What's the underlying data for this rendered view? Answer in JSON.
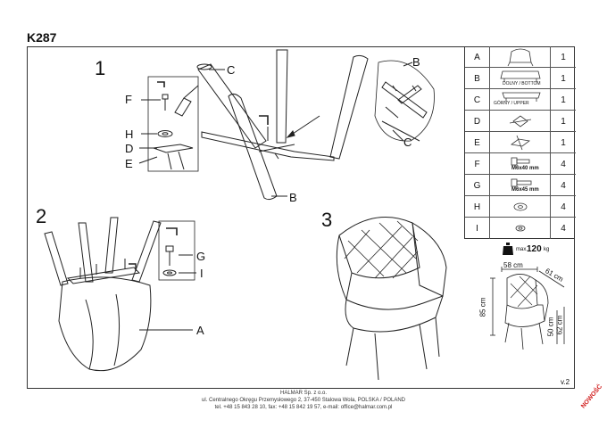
{
  "model": "K287",
  "version": "v.2",
  "steps": [
    "1",
    "2",
    "3"
  ],
  "labels": {
    "c1": "C",
    "b1": "B",
    "c2": "C",
    "b2": "B",
    "f": "F",
    "h": "H",
    "d": "D",
    "e": "E",
    "g": "G",
    "i": "I",
    "a": "A"
  },
  "parts": [
    {
      "letter": "A",
      "qty": "1",
      "note": ""
    },
    {
      "letter": "B",
      "qty": "1",
      "note": "DOLNY / BOTTOM"
    },
    {
      "letter": "C",
      "qty": "1",
      "note": "GÓRNY / UPPER"
    },
    {
      "letter": "D",
      "qty": "1",
      "note": ""
    },
    {
      "letter": "E",
      "qty": "1",
      "note": ""
    },
    {
      "letter": "F",
      "qty": "4",
      "note": "M6x40 mm"
    },
    {
      "letter": "G",
      "qty": "4",
      "note": "M6x45 mm"
    },
    {
      "letter": "H",
      "qty": "4",
      "note": ""
    },
    {
      "letter": "I",
      "qty": "4",
      "note": ""
    }
  ],
  "max_load": {
    "prefix": "max.",
    "value": "120",
    "unit": "kg"
  },
  "dimensions": {
    "width": "58 cm",
    "depth": "61 cm",
    "height": "85 cm",
    "seat": "50 cm",
    "arm": "62 cm"
  },
  "footer": {
    "company": "HALMAR Sp. z o.o.",
    "address": "ul. Centralnego Okręgu Przemysłowego 2, 37-450 Stalowa Wola, POLSKA / POLAND",
    "contact": "tel. +48 15 843 28 10, fax: +48 15 842 19 57, e-mail: office@halmar.com.pl"
  },
  "badge": "NOWOŚĆ"
}
